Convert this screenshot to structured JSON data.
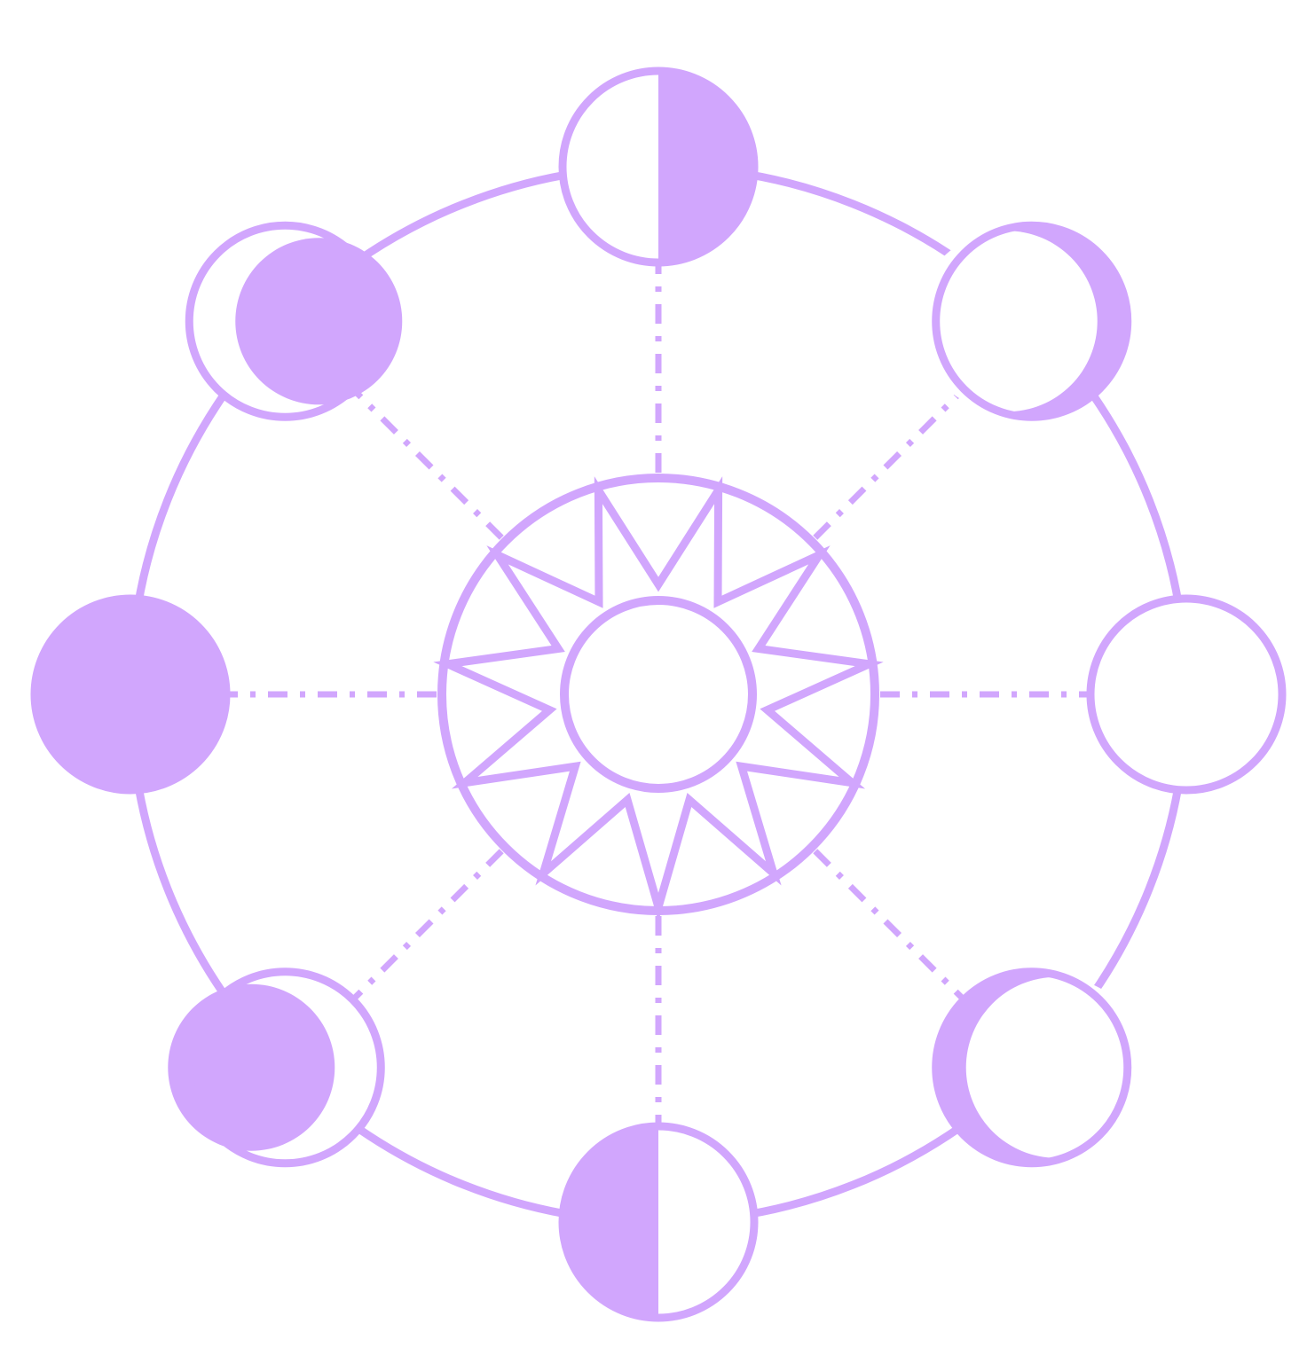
{
  "diagram": {
    "accent_color": "#d1a6fd",
    "background_color": "#ffffff",
    "center_icon": "sun-star-icon",
    "star_points": 11,
    "phase_count": 8,
    "phases": [
      {
        "id": "first-quarter",
        "icon": "moon-first-quarter-icon",
        "position": "top",
        "lit_fraction": 0.5
      },
      {
        "id": "waxing-gibbous",
        "icon": "moon-waxing-gibbous-icon",
        "position": "top-right",
        "lit_fraction": 0.8
      },
      {
        "id": "full-moon",
        "icon": "moon-full-icon",
        "position": "right",
        "lit_fraction": 1.0
      },
      {
        "id": "waning-gibbous",
        "icon": "moon-waning-gibbous-icon",
        "position": "bottom-right",
        "lit_fraction": 0.8
      },
      {
        "id": "last-quarter",
        "icon": "moon-last-quarter-icon",
        "position": "bottom",
        "lit_fraction": 0.5
      },
      {
        "id": "waning-crescent",
        "icon": "moon-waning-crescent-icon",
        "position": "bottom-left",
        "lit_fraction": 0.2
      },
      {
        "id": "new-moon",
        "icon": "moon-new-icon",
        "position": "left",
        "lit_fraction": 0.0
      },
      {
        "id": "waxing-crescent",
        "icon": "moon-waxing-crescent-icon",
        "position": "top-left",
        "lit_fraction": 0.2
      }
    ]
  }
}
